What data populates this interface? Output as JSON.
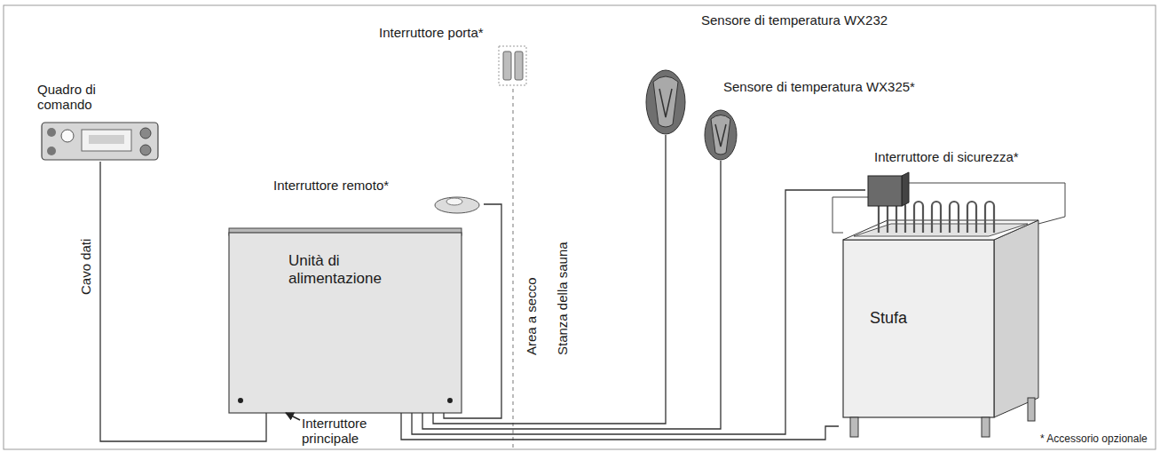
{
  "diagram": {
    "nodes": [
      {
        "text": [
          "Quadro di comando"
        ]
      },
      {
        "text": [
          "Interruttore porta*"
        ]
      },
      {
        "text": [
          "Sensore di temperatura WX232"
        ]
      },
      {
        "text": [
          "Sensore di temperatura WX325*"
        ]
      },
      {
        "text": [
          "Interruttore di sicurezza*"
        ]
      },
      {
        "text": [
          "Interruttore remoto*"
        ]
      },
      {
        "text": [
          "Unità di alimentazione"
        ]
      },
      {
        "text": [
          "Stufa"
        ]
      }
    ],
    "edges": [
      {
        "from": 6,
        "to": 0,
        "arrow": "none",
        "label": "Cavo dati"
      },
      {
        "from": 6,
        "to": 5,
        "arrow": "none"
      },
      {
        "from": 6,
        "to": 2,
        "arrow": "none"
      },
      {
        "from": 6,
        "to": 3,
        "arrow": "none"
      },
      {
        "from": 6,
        "to": 4,
        "arrow": "none"
      },
      {
        "from": 6,
        "to": 7,
        "arrow": "none"
      }
    ],
    "labels": [
      "Area a secco",
      "Stanza della sauna",
      "Interruttore principale",
      "* Accessorio opzionale"
    ]
  }
}
